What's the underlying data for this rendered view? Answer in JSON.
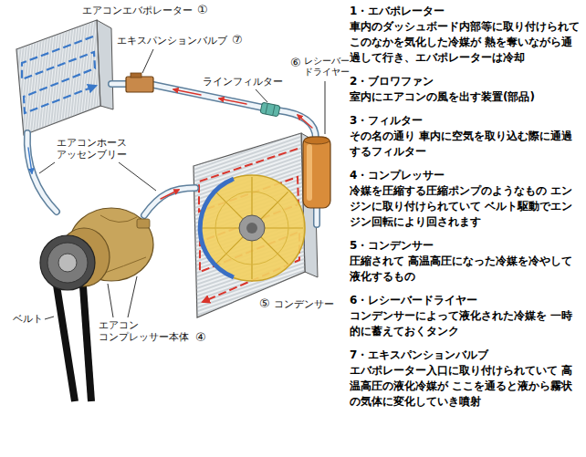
{
  "diagram": {
    "labels": [
      "エアコンエバポレーター",
      "①",
      "エキスパンションバルブ",
      "⑦",
      "⑥",
      "レシーバー ドライヤー",
      "ラインフィルター",
      "エアコンホース アッセンブリー",
      "⑤",
      "コンデンサー",
      "ベルト",
      "エアコン コンプレッサー本体",
      "④",
      "1・エバポレーター",
      "車内のダッシュボード内部等に取り付けられて このなかを気化した冷媒が 熱を奪いながら通過して行き、エバポレーターは冷却",
      "2・ブロワファン",
      "室内にエアコンの風を出す装置(部品)",
      "3・フィルター",
      "その名の通り 車内に空気を取り込む際に通過するフィルター",
      "4・コンプレッサー",
      "冷媒を圧縮する圧縮ポンプのようなもの エンジンに取り付けられていて ベルト駆動でエンジン回転により回されます",
      "5・コンデンサー",
      "圧縮されて 高温高圧になった冷媒を冷やして液化するもの",
      "6・レシーバードライヤー",
      "コンデンサーによって液化された冷媒を 一時的に蓄えておくタンク",
      "7・エキスパンションバルブ",
      "エバポレーター入口に取り付けられていて 高温高圧の液化冷媒が ここを通ると液から霧状の気体に変化していき噴射"
    ]
  }
}
